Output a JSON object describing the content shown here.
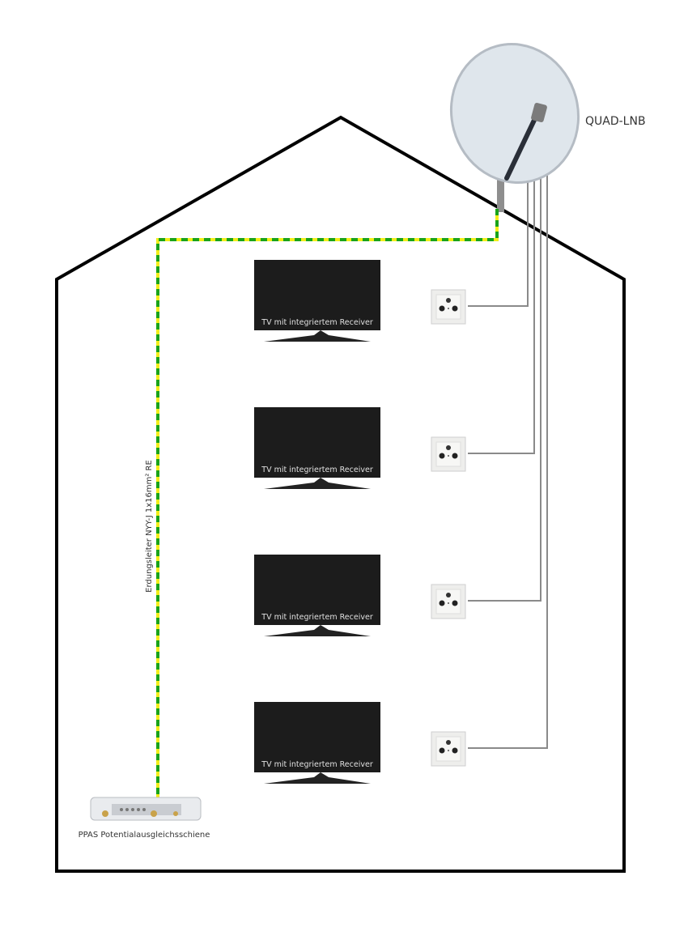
{
  "labels": {
    "lnb": "QUAD-LNB",
    "ground_wire": "Erdungsleiter NYY-J 1x16mm² RE",
    "busbar": "PPAS Potentialausgleichsschiene"
  },
  "tvs": [
    {
      "caption": "TV mit integriertem Receiver"
    },
    {
      "caption": "TV mit integriertem Receiver"
    },
    {
      "caption": "TV mit integriertem Receiver"
    },
    {
      "caption": "TV mit integriertem Receiver"
    }
  ],
  "colors": {
    "house_outline": "#000000",
    "coax": "#8a8a8a",
    "ground_green": "#1aa31a",
    "ground_yellow": "#f2ee1a",
    "dish": "#dfe6ec",
    "tv_screen": "#1c1c1c"
  }
}
